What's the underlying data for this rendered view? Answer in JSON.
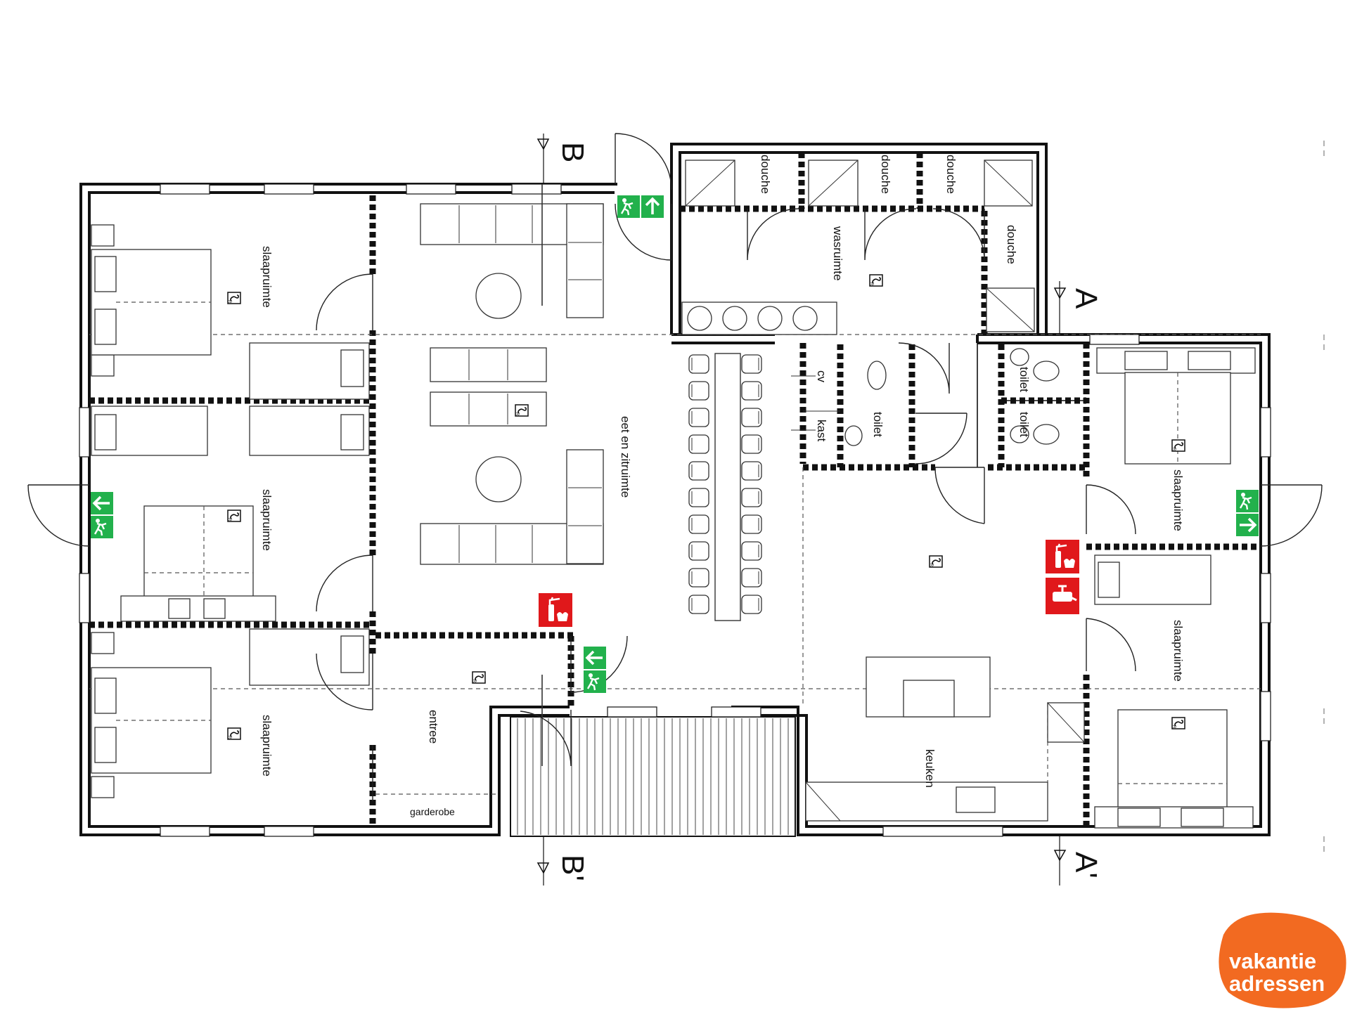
{
  "rooms": {
    "bedroom_1": "slaapruimte",
    "bedroom_2": "slaapruimte",
    "bedroom_3": "slaapruimte",
    "bedroom_4": "slaapruimte",
    "bedroom_5": "slaapruimte",
    "living": "eet en zitruimte",
    "washroom": "wasruimte",
    "shower_1": "douche",
    "shower_2": "douche",
    "shower_3": "douche",
    "shower_4": "douche",
    "toilet_1": "toilet",
    "toilet_2": "toilet",
    "toilet_3": "toilet",
    "cv": "cv",
    "kast": "kast",
    "entree": "entree",
    "garderobe": "garderobe",
    "kitchen": "keuken"
  },
  "sections": {
    "a_top": "A",
    "a_bottom": "A'",
    "b_top": "B",
    "b_bottom": "B'"
  },
  "logo": {
    "line1": "vakantie",
    "line2": "adressen",
    "color": "#f26a21"
  },
  "colors": {
    "exit_green": "#22b14c",
    "fire_red": "#e0181b"
  },
  "icons": [
    "emergency-exit-icon",
    "fire-extinguisher-icon",
    "fire-hose-icon",
    "smoke-detector-icon"
  ]
}
